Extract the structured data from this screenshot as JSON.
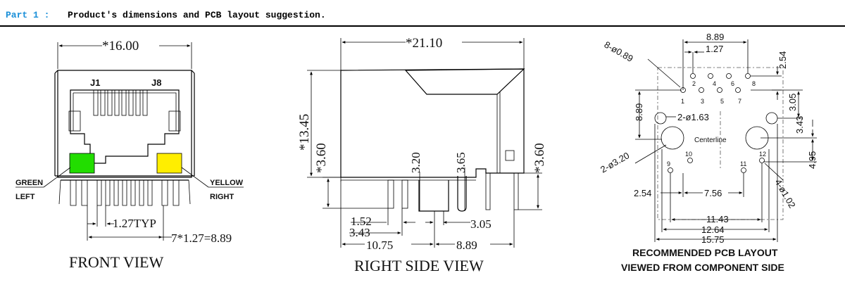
{
  "header": {
    "prefix": "Part 1 :",
    "title": "Product's dimensions and PCB layout suggestion."
  },
  "colors": {
    "green_led": "#22dd00",
    "yellow_led": "#ffee00",
    "header_blue": "#1a8fd8"
  },
  "front_view": {
    "caption": "FRONT VIEW",
    "width_dim": "*16.00",
    "pin_left": "J1",
    "pin_right": "J8",
    "led_left_line1": "GREEN",
    "led_left_line2": "LEFT",
    "led_right_line1": "YELLOW",
    "led_right_line2": "RIGHT",
    "pitch": "1.27TYP",
    "pitch_total": "7*1.27=8.89"
  },
  "side_view": {
    "caption": "RIGHT SIDE VIEW",
    "length": "*21.10",
    "height": "*13.45",
    "left_height": "*3.60",
    "right_height": "*3.60",
    "dim_320": "3.20",
    "dim_365": "3.65",
    "dim_152": "1.52",
    "dim_343": "3.43",
    "dim_305": "3.05",
    "dim_1075": "10.75",
    "dim_889": "8.89"
  },
  "pcb_layout": {
    "caption_line1": "RECOMMENDED PCB LAYOUT",
    "caption_line2": "VIEWED FROM COMPONENT SIDE",
    "dim_889_top": "8.89",
    "dim_127": "1.27",
    "dim_254_top": "2.54",
    "holes_small": "8-ø0.89",
    "holes_mid": "2-ø1.63",
    "holes_big": "2-ø3.20",
    "holes_led": "4-ø1.02",
    "center_line": "Centerline",
    "dim_889_left": "8.89",
    "dim_305": "3.05",
    "dim_343": "3.43",
    "dim_495": "4.95",
    "dim_254_left": "2.54",
    "dim_756": "7.56",
    "dim_1143": "11.43",
    "dim_1264": "12.64",
    "dim_1575": "15.75",
    "pins": [
      "1",
      "2",
      "3",
      "4",
      "5",
      "6",
      "7",
      "8"
    ],
    "led_pins": [
      "9",
      "10",
      "11",
      "12"
    ]
  }
}
